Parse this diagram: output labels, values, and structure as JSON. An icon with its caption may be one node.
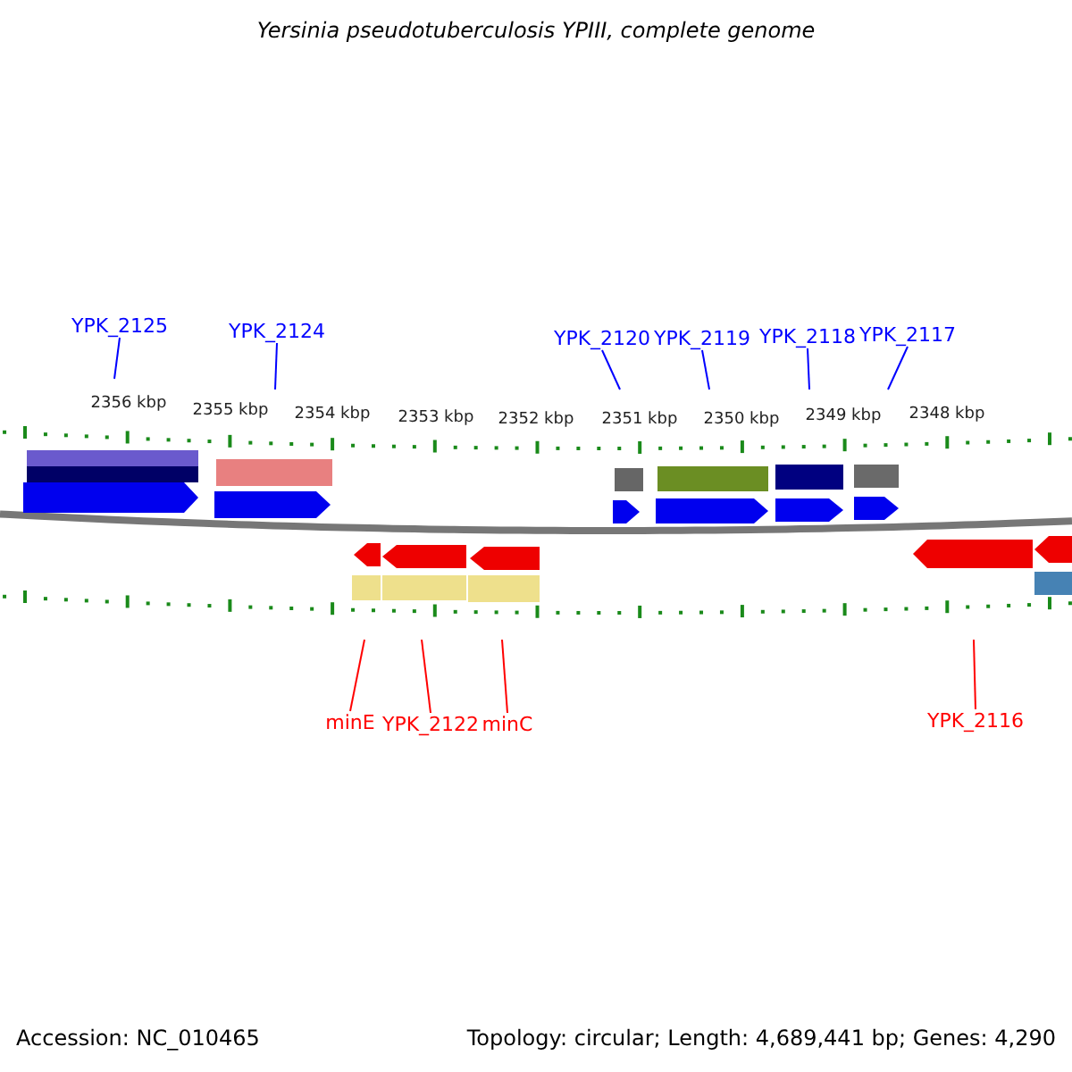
{
  "diagram": {
    "title": "Yersinia pseudotuberculosis YPIII, complete genome",
    "nodes": [
      {
        "text": [
          "YPK_2125"
        ]
      },
      {
        "text": [
          "YPK_2124"
        ]
      },
      {
        "text": [
          "YPK_2120"
        ]
      },
      {
        "text": [
          "YPK_2119"
        ]
      },
      {
        "text": [
          "YPK_2118"
        ]
      },
      {
        "text": [
          "YPK_2117"
        ]
      },
      {
        "text": [
          "minE"
        ]
      },
      {
        "text": [
          "YPK_2122"
        ]
      },
      {
        "text": [
          "minC"
        ]
      },
      {
        "text": [
          "YPK_2116"
        ]
      }
    ],
    "edges": [
      {
        "from": 0,
        "to": null,
        "arrow": "none"
      },
      {
        "from": 1,
        "to": null,
        "arrow": "none"
      },
      {
        "from": 2,
        "to": null,
        "arrow": "none"
      },
      {
        "from": 3,
        "to": null,
        "arrow": "none"
      },
      {
        "from": 4,
        "to": null,
        "arrow": "none"
      },
      {
        "from": 5,
        "to": null,
        "arrow": "none"
      },
      {
        "from": 6,
        "to": null,
        "arrow": "none",
        "color": "#ff0000"
      },
      {
        "from": 7,
        "to": null,
        "arrow": "none",
        "color": "#ff0000"
      },
      {
        "from": 8,
        "to": null,
        "arrow": "none",
        "color": "#ff0000"
      },
      {
        "from": 9,
        "to": null,
        "arrow": "none",
        "color": "#ff0000"
      }
    ],
    "labels": [
      "2356 kbp",
      "2355 kbp",
      "2354 kbp",
      "2353 kbp",
      "2352 kbp",
      "2351 kbp",
      "2350 kbp",
      "2349 kbp",
      "2348 kbp",
      "Accession: NC_010465",
      "Topology: circular; Length: 4,689,441 bp; Genes: 4,290"
    ]
  }
}
